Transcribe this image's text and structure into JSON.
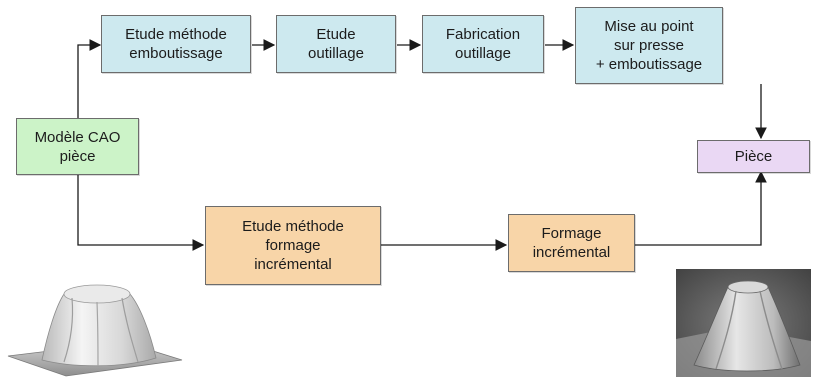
{
  "nodes": {
    "modele_cao": "Modèle CAO\npièce",
    "etude_methode_emboutissage": "Etude méthode\nemboutissage",
    "etude_outillage": "Etude\noutillage",
    "fabrication_outillage": "Fabrication\noutillage",
    "mise_au_point": "Mise au point\nsur presse\n+ emboutissage",
    "piece": "Pièce",
    "etude_methode_formage": "Etude méthode\nformage\nincrémental",
    "formage_incremental": "Formage\nincrémental"
  },
  "colors": {
    "process_top": "#cde9ef",
    "model": "#ccf3c8",
    "process_bottom": "#f8d5a8",
    "result": "#ead8f4",
    "line": "#1a1a1a"
  },
  "images": {
    "left": "cad-model-render",
    "right": "formed-part-photo"
  }
}
